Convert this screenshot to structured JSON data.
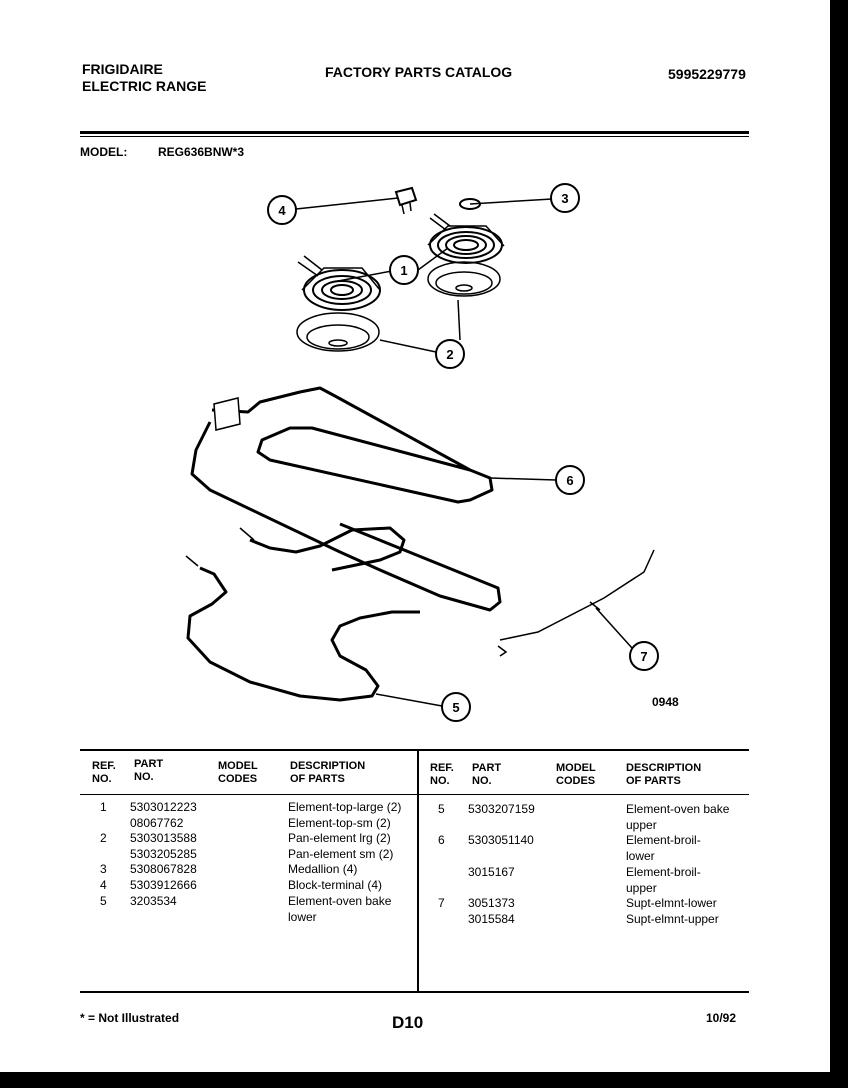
{
  "header": {
    "brand": "FRIGIDAIRE",
    "product": "ELECTRIC RANGE",
    "title": "FACTORY PARTS CATALOG",
    "catalog_number": "5995229779"
  },
  "model": {
    "label": "MODEL:",
    "value": "REG636BNW*3"
  },
  "diagram": {
    "figure_code": "0948",
    "callouts": [
      "1",
      "2",
      "3",
      "4",
      "5",
      "6",
      "7"
    ]
  },
  "table": {
    "columns": {
      "ref": [
        "REF.",
        "NO."
      ],
      "part": [
        "PART",
        "NO."
      ],
      "codes": [
        "MODEL",
        "CODES"
      ],
      "desc": [
        "DESCRIPTION",
        "OF PARTS"
      ]
    },
    "left_rows": [
      {
        "ref": "1",
        "parts": [
          "5303012223",
          "08067762"
        ],
        "desc": [
          "Element-top-large (2)",
          "Element-top-sm (2)"
        ]
      },
      {
        "ref": "2",
        "parts": [
          "5303013588",
          "5303205285"
        ],
        "desc": [
          "Pan-element lrg (2)",
          "Pan-element sm (2)"
        ]
      },
      {
        "ref": "3",
        "parts": [
          "5308067828"
        ],
        "desc": [
          "Medallion (4)"
        ]
      },
      {
        "ref": "4",
        "parts": [
          "5303912666"
        ],
        "desc": [
          "Block-terminal (4)"
        ]
      },
      {
        "ref": "5",
        "parts": [
          "3203534"
        ],
        "desc": [
          "Element-oven bake",
          "lower"
        ]
      }
    ],
    "right_rows": [
      {
        "ref": "5",
        "parts": [
          "5303207159"
        ],
        "desc": [
          "Element-oven bake",
          "upper"
        ]
      },
      {
        "ref": "6",
        "parts": [
          "5303051140"
        ],
        "desc": [
          "Element-broil-",
          "lower"
        ]
      },
      {
        "ref": "",
        "parts": [
          "3015167"
        ],
        "desc": [
          "Element-broil-",
          "upper"
        ]
      },
      {
        "ref": "7",
        "parts": [
          "3051373",
          "3015584"
        ],
        "desc": [
          "Supt-elmnt-lower",
          "Supt-elmnt-upper"
        ]
      }
    ]
  },
  "footer": {
    "note": "* = Not Illustrated",
    "page_code": "D10",
    "date": "10/92"
  }
}
